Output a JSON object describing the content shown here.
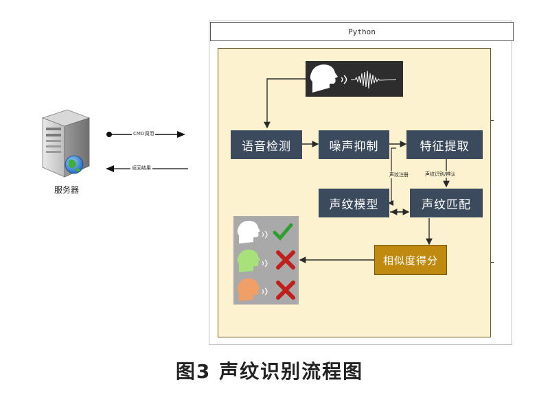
{
  "python_header": "Python",
  "server": {
    "label": "服务器"
  },
  "arrows": {
    "cmd_call": "CMD调用",
    "return_result": "返回结果"
  },
  "boxes": {
    "voice_detect": "语音检测",
    "noise_suppress": "噪声抑制",
    "feature_extract": "特征提取",
    "voiceprint_model": "声纹模型",
    "voiceprint_match": "声纹匹配",
    "similarity_score": "相似度得分"
  },
  "edge_labels": {
    "voiceprint_reg": "声纹注册",
    "voiceprint_recog": "声纹识别/辨认"
  },
  "caption": "图3  声纹识别流程图",
  "colors": {
    "box": "#3b4a5c",
    "score": "#c08a10",
    "panel": "#fdf2cf",
    "check": "#2e9e2e",
    "cross": "#c0201c"
  }
}
